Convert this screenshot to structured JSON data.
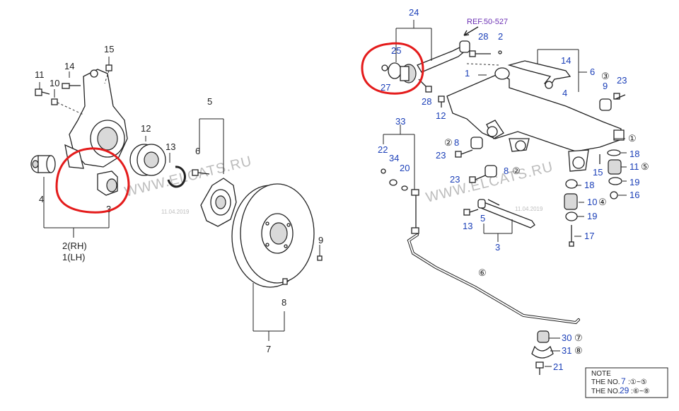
{
  "watermark": {
    "text": "WWW.ELCATS.RU",
    "date": "11.04.2019"
  },
  "ref": "REF.50-527",
  "left_labels": {
    "l15": "15",
    "l14": "14",
    "l11": "11",
    "l10": "10",
    "l12": "12",
    "l13": "13",
    "l5": "5",
    "l6": "6",
    "l4": "4",
    "l3": "3",
    "l9": "9",
    "l8": "8",
    "l7": "7",
    "rh": "2(RH)",
    "lh": "1(LH)"
  },
  "right_labels": {
    "r24": "24",
    "r28a": "28",
    "r2a": "2",
    "r25": "25",
    "r27": "27",
    "r28b": "28",
    "r1": "1",
    "r12": "12",
    "r14": "14",
    "r6a": "6",
    "r3c": "③",
    "r9": "9",
    "r23a": "23",
    "r4": "4",
    "r33": "33",
    "r22": "22",
    "r34": "34",
    "r20": "20",
    "r8a": "8",
    "r2c": "②",
    "r23b": "23",
    "r23c": "23",
    "r8b": "8",
    "r2d": "②",
    "r1c": "①",
    "r18a": "18",
    "r15": "15",
    "r11": "11",
    "r5c": "⑤",
    "r18b": "18",
    "r19a": "19",
    "r16": "16",
    "r10": "10",
    "r4c": "④",
    "r19b": "19",
    "r13": "13",
    "r5": "5",
    "r3": "3",
    "r17": "17",
    "r6c": "⑥",
    "r30": "30",
    "r7c": "⑦",
    "r31": "31",
    "r8c": "⑧",
    "r21": "21"
  },
  "note": {
    "title": "NOTE",
    "line1_prefix": "THE NO.",
    "line1_num": "7",
    "line1_range": ":①~⑤",
    "line2_prefix": "THE NO.",
    "line2_num": "29",
    "line2_range": ":⑥~⑧"
  }
}
